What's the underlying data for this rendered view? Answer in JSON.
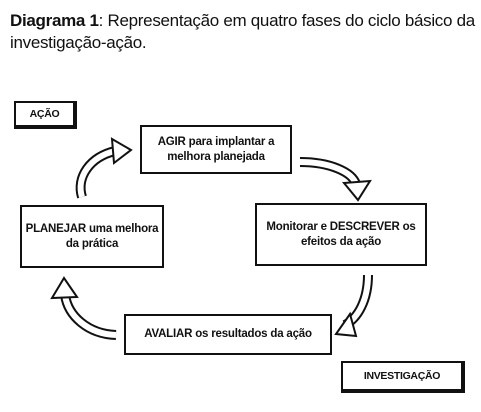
{
  "caption": {
    "label": "Diagrama 1",
    "text": ": Representação em quatro fases do ciclo básico da investigação-ação."
  },
  "tags": {
    "acao": "AÇÃO",
    "investigacao": "INVESTIGAÇÃO"
  },
  "phases": {
    "agir": "AGIR para implantar a melhora planejada",
    "monitorar": "Monitorar e DESCREVER os efeitos da ação",
    "avaliar": "AVALIAR os resultados da ação",
    "planejar": "PLANEJAR uma melhora da prática"
  }
}
